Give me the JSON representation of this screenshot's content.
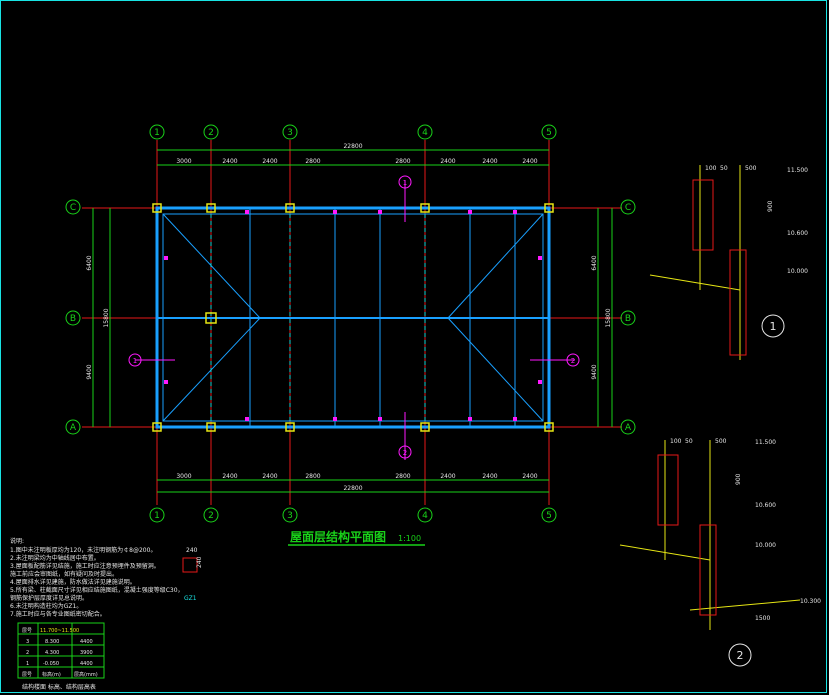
{
  "title": {
    "main": "屋面层结构平面图",
    "scale": "1:100"
  },
  "grid_x_labels": [
    "1",
    "2",
    "3",
    "4",
    "5"
  ],
  "grid_y_labels": [
    "C",
    "B",
    "A"
  ],
  "dims_top": [
    "3000",
    "2400",
    "2400",
    "2800",
    "2800",
    "2400",
    "2400",
    "2400"
  ],
  "dims_total": "22800",
  "dims_bottom": [
    "3000",
    "2400",
    "2400",
    "2800",
    "2800",
    "2400",
    "2400",
    "2400"
  ],
  "dims_bottom_total": "22800",
  "dims_left": [
    "6400",
    "9400"
  ],
  "dims_left_total": "15800",
  "dims_right": [
    "6400",
    "9400"
  ],
  "dims_right_total": "15800",
  "section_marks": [
    "1",
    "1",
    "2",
    "2"
  ],
  "detail_labels": [
    "1",
    "2"
  ],
  "detail1_levels": [
    "11.500",
    "10.600",
    "10.000"
  ],
  "detail1_dims": [
    "100",
    "50",
    "500",
    "900"
  ],
  "detail2_levels": [
    "11.500",
    "10.600",
    "10.000",
    "10.300"
  ],
  "detail2_dims": [
    "100",
    "50",
    "500",
    "900",
    "1500"
  ],
  "notes_title": "说明:",
  "notes": [
    "1.图中未注明板厚均为120，未注明钢筋为￠8@200。",
    "2.未注明梁均为中轴线居中布置。",
    "3.屋面板配筋详见结施，施工时应注意预埋件及预留洞。",
    "  施工前应会审图纸，如有疑问及时提出。",
    "4.屋面排水详见建施，防水做法详见建施说明。",
    "5.所有梁、柱截面尺寸详见相应结施图纸，混凝土强度等级C30，",
    "  钢筋保护层厚度详见总说明。",
    "6.未注明构造柱均为GZ1。",
    "7.施工时应与各专业图纸密切配合。"
  ],
  "column_detail_label": "GZ1",
  "column_detail_dims": [
    "240",
    "240"
  ],
  "table": {
    "headers": [
      "层号",
      "11.700~11.500",
      ""
    ],
    "rows": [
      [
        "3",
        "8.300",
        "4400"
      ],
      [
        "2",
        "4.300",
        "3900"
      ],
      [
        "1",
        "-0.050",
        "4400"
      ],
      [
        "层号",
        "标高(m)",
        "层高(mm)"
      ]
    ],
    "caption": "结构楼面 标高、结构层高表"
  },
  "colors": {
    "grid": "#e61919",
    "dim": "#19d219",
    "beam": "#19a0ff",
    "column": "#e6e614",
    "pink": "#ff19ff",
    "frame": "#19e3e3"
  }
}
